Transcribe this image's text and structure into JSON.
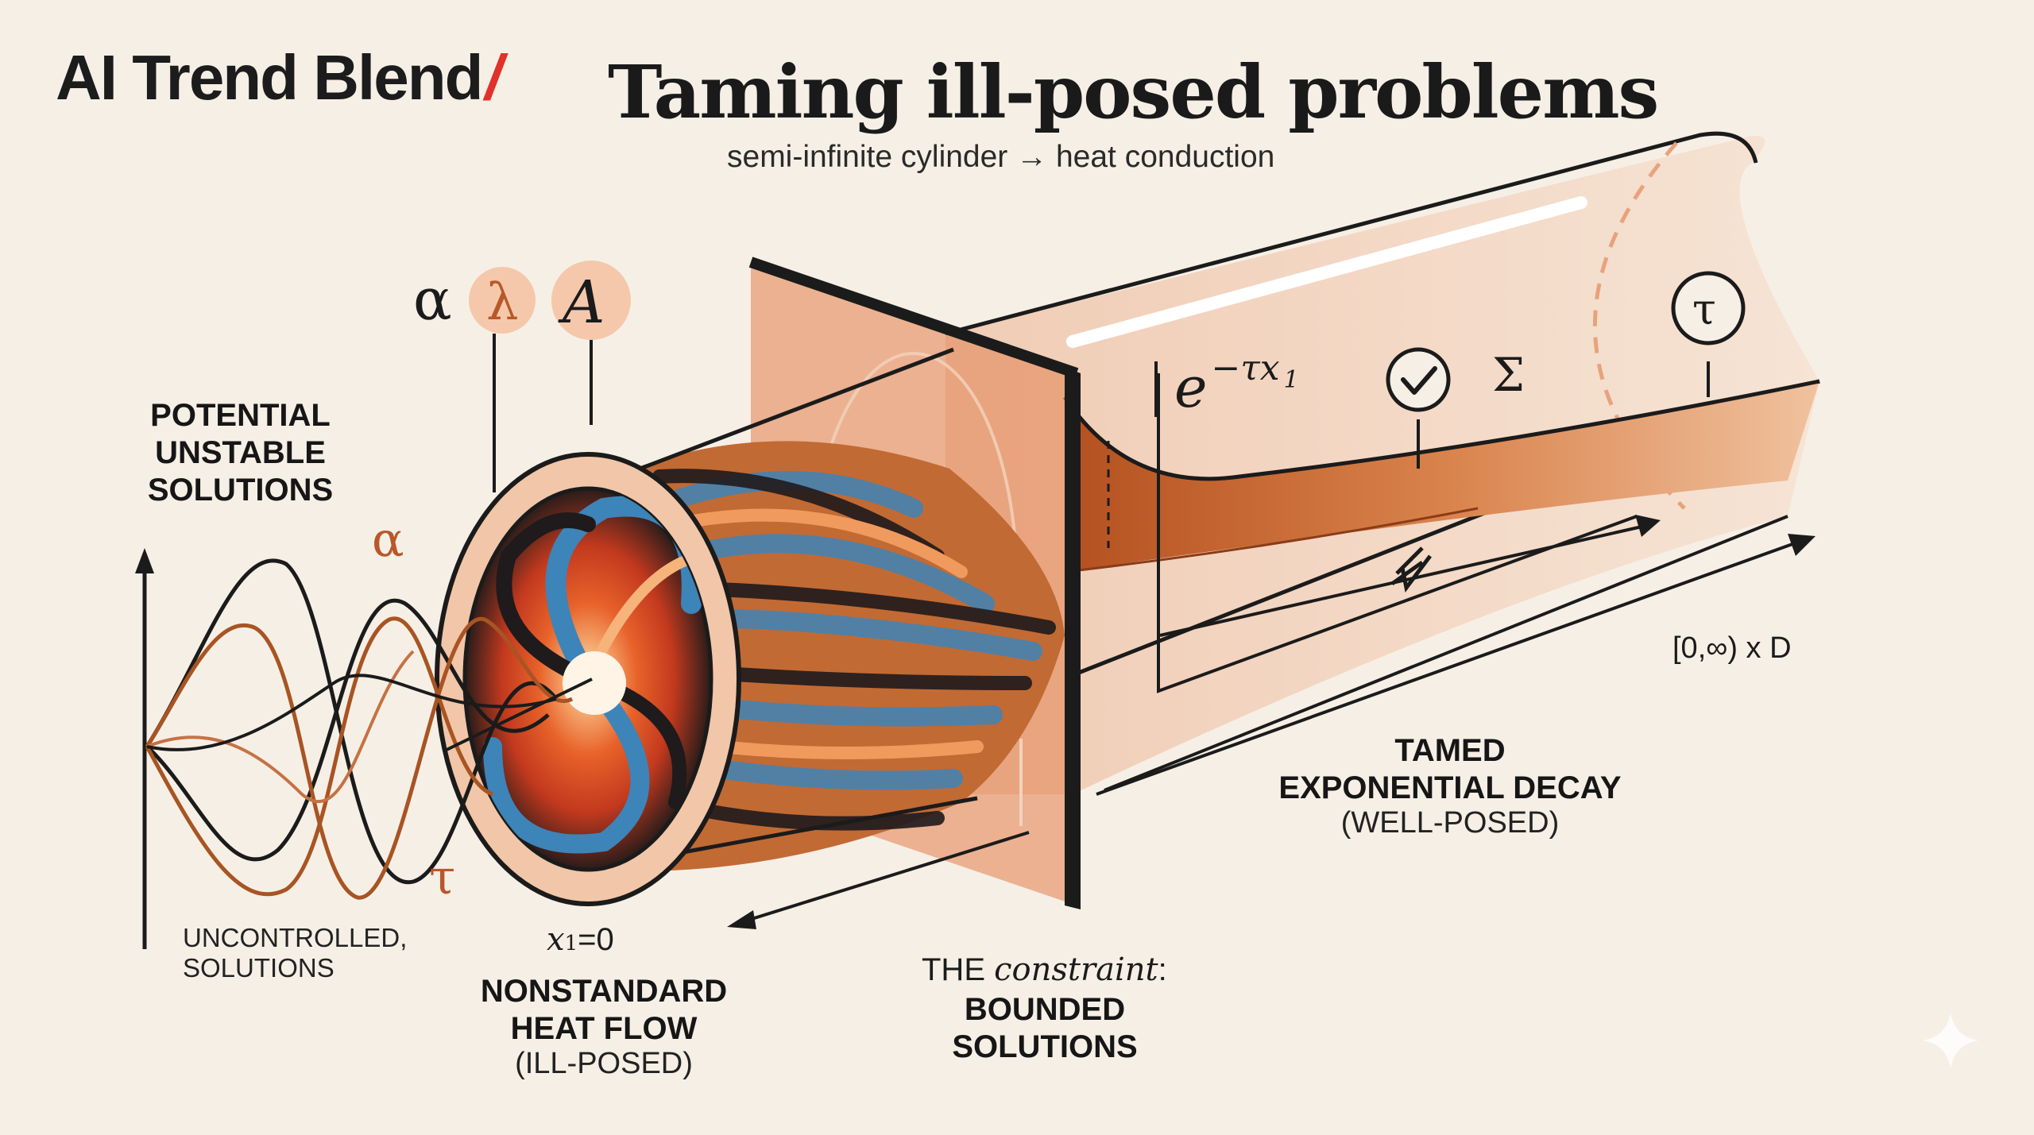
{
  "header": {
    "brand": "AI Trend Blend",
    "brand_slash": "/",
    "title": "Taming ill-posed problems",
    "subtitle": "semi-infinite cylinder → heat conduction"
  },
  "symbols": {
    "alpha": "α",
    "lambda": "λ",
    "A": "A",
    "alpha_wave": "α",
    "tau_wave": "τ",
    "tau_circle": "τ",
    "sigma": "Σ",
    "decay_base": "e",
    "decay_exp": "−τx",
    "decay_sub": "1",
    "x1_var": "x",
    "x1_sub": "1",
    "x1_eq": "=0",
    "domain": "[0,∞) x D"
  },
  "labels": {
    "unstable": [
      "POTENTIAL",
      "UNSTABLE",
      "SOLUTIONS"
    ],
    "uncontrolled": [
      "UNCONTROLLED,",
      "SOLUTIONS"
    ],
    "nonstandard": [
      "NONSTANDARD",
      "HEAT FLOW"
    ],
    "illposed": "(ILL-POSED)",
    "constraint_prefix": "THE ",
    "constraint_word": "constraint",
    "constraint_suffix": ":",
    "bounded": [
      "BOUNDED",
      "SOLUTIONS"
    ],
    "tamed": [
      "TAMED",
      "EXPONENTIAL DECAY"
    ],
    "wellposed": "(WELL-POSED)"
  },
  "colors": {
    "background": "#f6efe6",
    "peach": "#f2c6a8",
    "copper": "#b8582a",
    "dark": "#1b1b1b",
    "red": "#e0322a",
    "blue": "#4f8fbf",
    "orange": "#e8622a"
  }
}
